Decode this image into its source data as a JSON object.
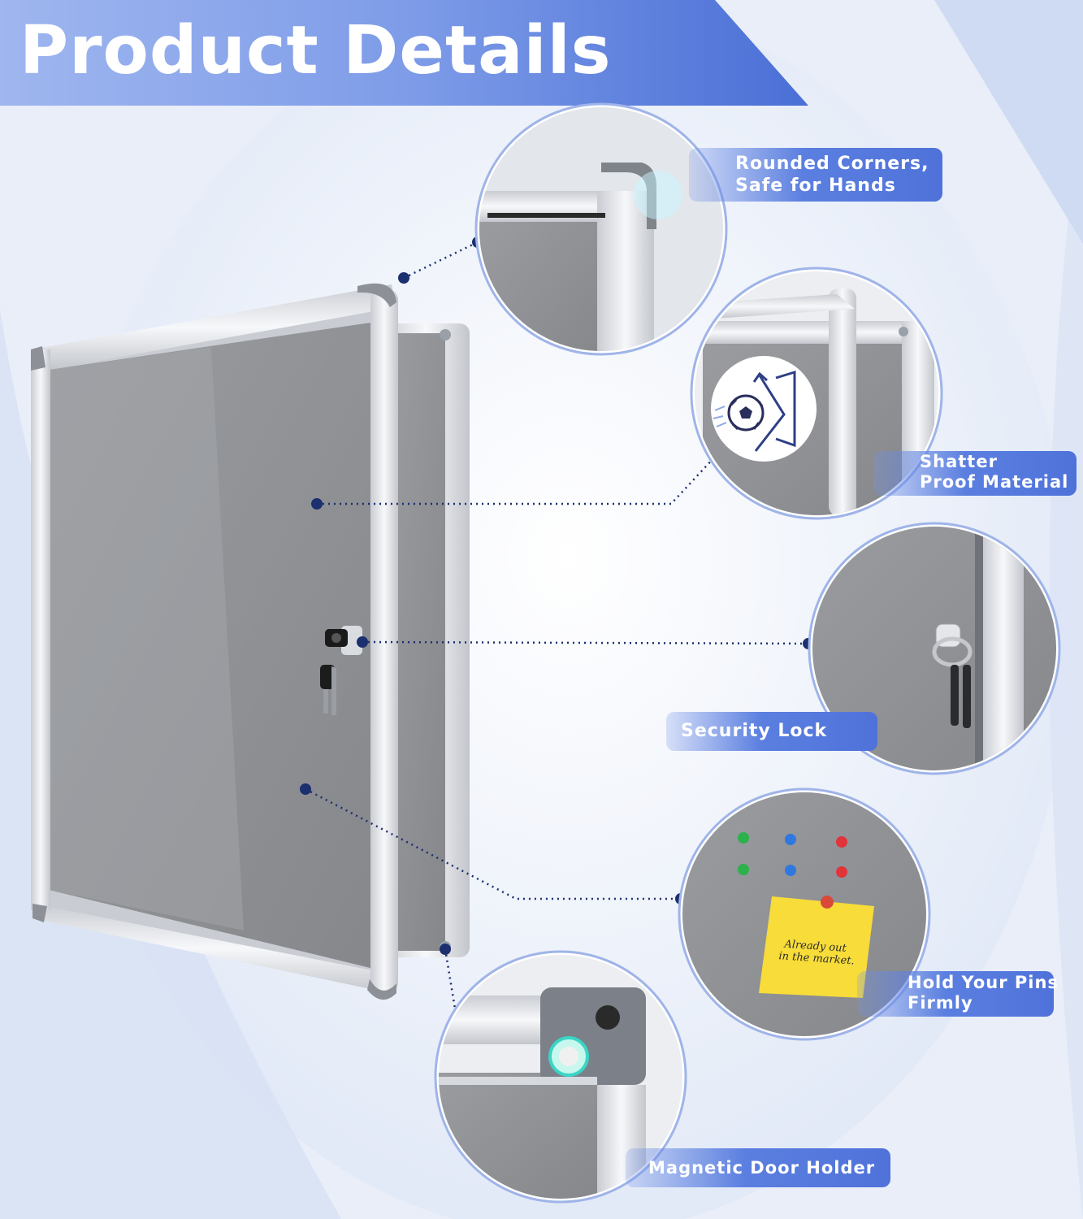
{
  "header": {
    "title": "Product Details"
  },
  "features": [
    {
      "label": "Rounded Corners,\nSafe for Hands"
    },
    {
      "label": "Shatter\nProof Material"
    },
    {
      "label": "Security Lock"
    },
    {
      "label": "Hold Your Pins\nFirmly"
    },
    {
      "label": "Magnetic Door Holder"
    }
  ],
  "sticky_note": {
    "text_line1": "Already out",
    "text_line2": "in the market."
  },
  "colors": {
    "accent_blue": "#5b7fe0",
    "dot_navy": "#1c2f6e",
    "felt_gray": "#8e9094",
    "frame_silver": "#e6e8ec",
    "sticky_yellow": "#f7dc3a"
  },
  "icons": [
    "football-icon",
    "arrow-shield-icon",
    "push-pin-icon",
    "lock-icon",
    "key-icon",
    "magnet-icon"
  ]
}
